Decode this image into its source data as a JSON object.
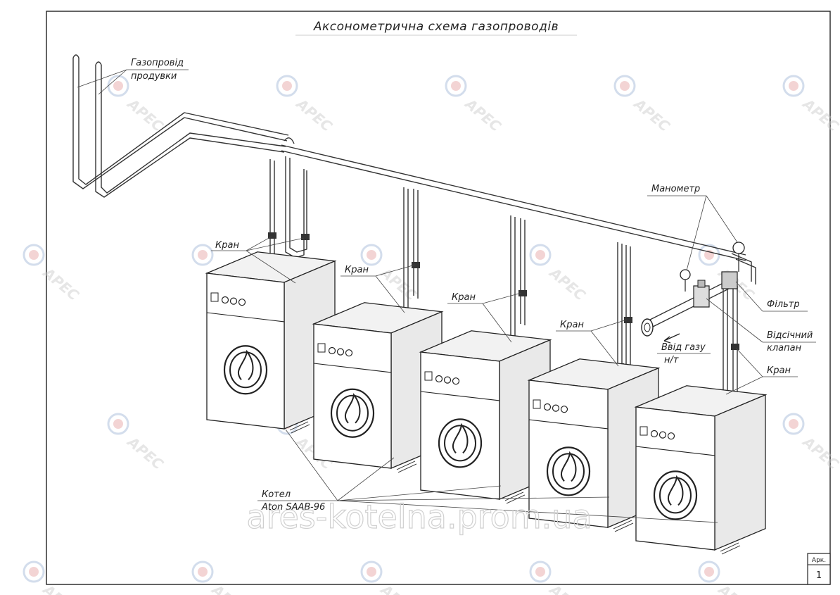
{
  "title": "Аксонометрична схема газопроводів",
  "labels": {
    "purge_pipe_line1": "Газопровід",
    "purge_pipe_line2": "продувки",
    "valve": "Кран",
    "manometer": "Манометр",
    "filter": "Фільтр",
    "shutoff_line1": "Відсічний",
    "shutoff_line2": "клапан",
    "gas_inlet_line1": "Ввід газу",
    "gas_inlet_line2": "н/т",
    "boiler_line1": "Котел",
    "boiler_line2": "Aton SAAB-96"
  },
  "stamp": {
    "label": "Арк.",
    "value": "1"
  },
  "watermark": {
    "brand": "АРЕС",
    "url": "ares-kotelna.prom.ua"
  },
  "boiler_count": 5
}
